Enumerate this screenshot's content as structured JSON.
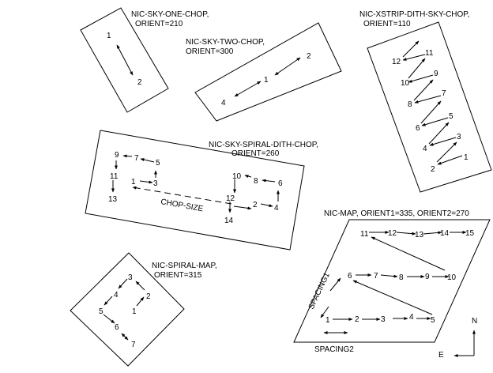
{
  "panels": {
    "one_chop": {
      "title": "NIC-SKY-ONE-CHOP,",
      "orient": "ORIENT=210",
      "labels": [
        "1",
        "2"
      ]
    },
    "two_chop": {
      "title": "NIC-SKY-TWO-CHOP,",
      "orient": "ORIENT=300",
      "labels": [
        "2",
        "1",
        "4"
      ]
    },
    "xstrip": {
      "title": "NIC-XSTRIP-DITH-SKY-CHOP,",
      "orient": "ORIENT=110",
      "labels": [
        "1",
        "2",
        "3",
        "4",
        "5",
        "6",
        "7",
        "8",
        "9",
        "10",
        "11",
        "12"
      ]
    },
    "spiral_dith": {
      "title": "NIC-SKY-SPIRAL-DITH-CHOP,",
      "orient": "ORIENT=260",
      "chop_label": "CHOP-SIZE",
      "labels": [
        "1",
        "2",
        "3",
        "4",
        "5",
        "6",
        "7",
        "8",
        "9",
        "10",
        "11",
        "12",
        "13",
        "14"
      ]
    },
    "spiral_map": {
      "title": "NIC-SPIRAL-MAP,",
      "orient": "ORIENT=315",
      "labels": [
        "1",
        "2",
        "3",
        "4",
        "5",
        "6",
        "7"
      ]
    },
    "map": {
      "title": "NIC-MAP, ORIENT1=335, ORIENT2=270",
      "spacing1": "SPACING1",
      "spacing2": "SPACING2",
      "labels": [
        "1",
        "2",
        "3",
        "4",
        "5",
        "6",
        "7",
        "8",
        "9",
        "10",
        "11",
        "12",
        "13",
        "14",
        "15"
      ]
    },
    "compass": {
      "north": "N",
      "east": "E"
    }
  }
}
